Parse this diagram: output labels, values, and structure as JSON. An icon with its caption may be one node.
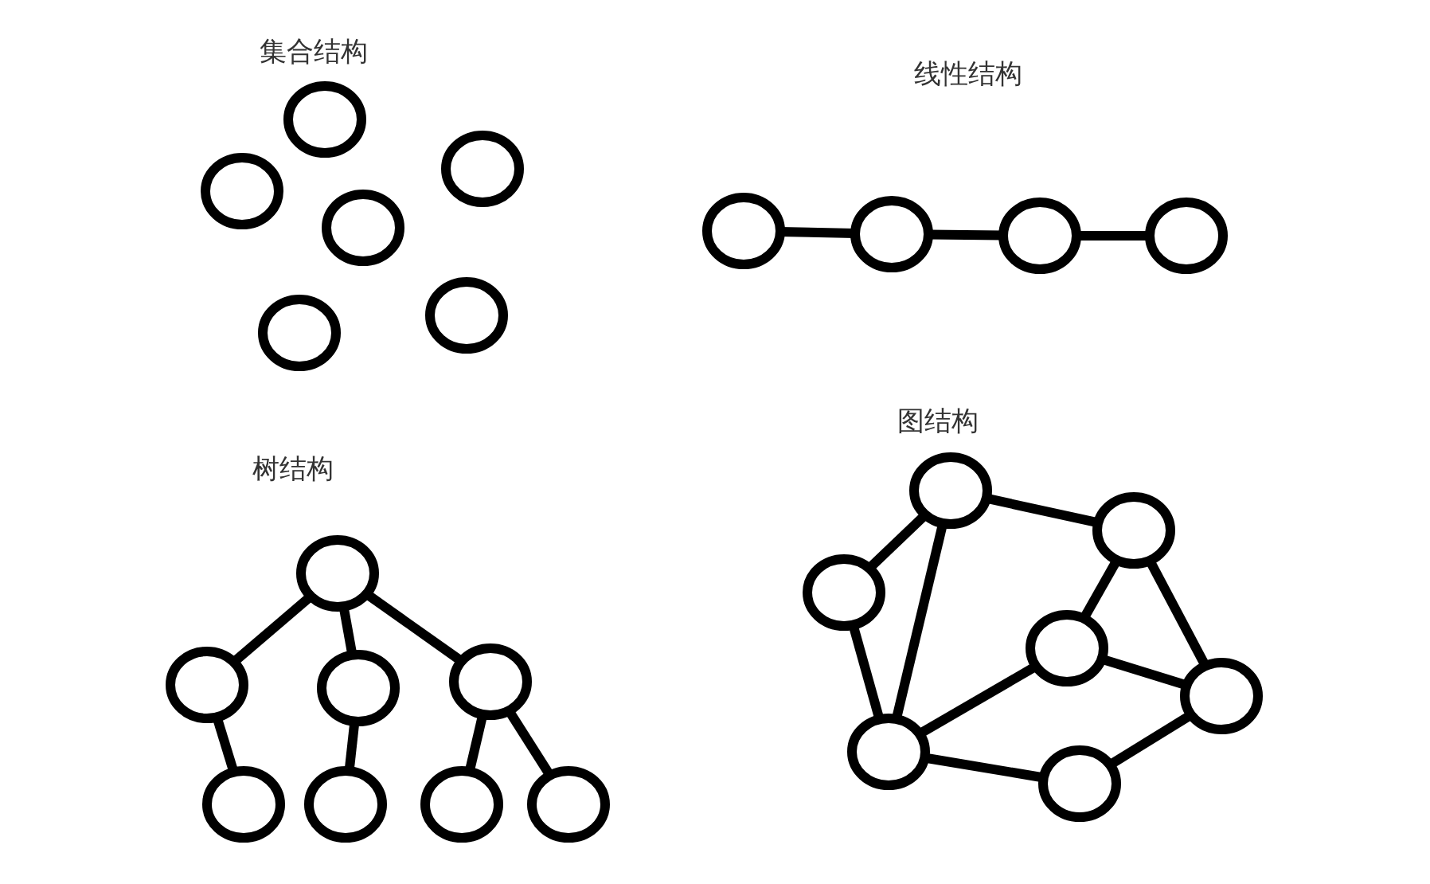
{
  "diagram": {
    "nodes": [
      {
        "text": [],
        "shape": "circle"
      },
      {
        "text": [],
        "shape": "circle"
      },
      {
        "text": [],
        "shape": "circle"
      },
      {
        "text": [],
        "shape": "circle"
      },
      {
        "text": [],
        "shape": "circle"
      },
      {
        "text": [],
        "shape": "circle"
      },
      {
        "text": [],
        "shape": "circle"
      },
      {
        "text": [],
        "shape": "circle"
      },
      {
        "text": [],
        "shape": "circle"
      },
      {
        "text": [],
        "shape": "circle"
      },
      {
        "text": [],
        "shape": "circle"
      },
      {
        "text": [],
        "shape": "circle"
      },
      {
        "text": [],
        "shape": "circle"
      },
      {
        "text": [],
        "shape": "circle"
      },
      {
        "text": [],
        "shape": "circle"
      },
      {
        "text": [],
        "shape": "circle"
      },
      {
        "text": [],
        "shape": "circle"
      },
      {
        "text": [],
        "shape": "circle"
      },
      {
        "text": [],
        "shape": "circle"
      },
      {
        "text": [],
        "shape": "circle"
      },
      {
        "text": [],
        "shape": "circle"
      },
      {
        "text": [],
        "shape": "circle"
      },
      {
        "text": [],
        "shape": "circle"
      },
      {
        "text": [],
        "shape": "circle"
      },
      {
        "text": [],
        "shape": "circle"
      }
    ],
    "edges": [
      {
        "from": 6,
        "to": 7,
        "arrow": "none"
      },
      {
        "from": 7,
        "to": 8,
        "arrow": "none"
      },
      {
        "from": 8,
        "to": 9,
        "arrow": "none"
      },
      {
        "from": 10,
        "to": 11,
        "arrow": "none"
      },
      {
        "from": 10,
        "to": 12,
        "arrow": "none"
      },
      {
        "from": 10,
        "to": 13,
        "arrow": "none"
      },
      {
        "from": 11,
        "to": 14,
        "arrow": "none"
      },
      {
        "from": 12,
        "to": 15,
        "arrow": "none"
      },
      {
        "from": 13,
        "to": 16,
        "arrow": "none"
      },
      {
        "from": 13,
        "to": 17,
        "arrow": "none"
      },
      {
        "from": 18,
        "to": 19,
        "arrow": "none"
      },
      {
        "from": 18,
        "to": 20,
        "arrow": "none"
      },
      {
        "from": 18,
        "to": 23,
        "arrow": "none"
      },
      {
        "from": 20,
        "to": 23,
        "arrow": "none"
      },
      {
        "from": 19,
        "to": 21,
        "arrow": "none"
      },
      {
        "from": 19,
        "to": 22,
        "arrow": "none"
      },
      {
        "from": 21,
        "to": 22,
        "arrow": "none"
      },
      {
        "from": 21,
        "to": 23,
        "arrow": "none"
      },
      {
        "from": 23,
        "to": 24,
        "arrow": "none"
      },
      {
        "from": 22,
        "to": 24,
        "arrow": "none"
      }
    ],
    "labels": [
      "集合结构",
      "线性结构",
      "树结构",
      "图结构"
    ]
  }
}
